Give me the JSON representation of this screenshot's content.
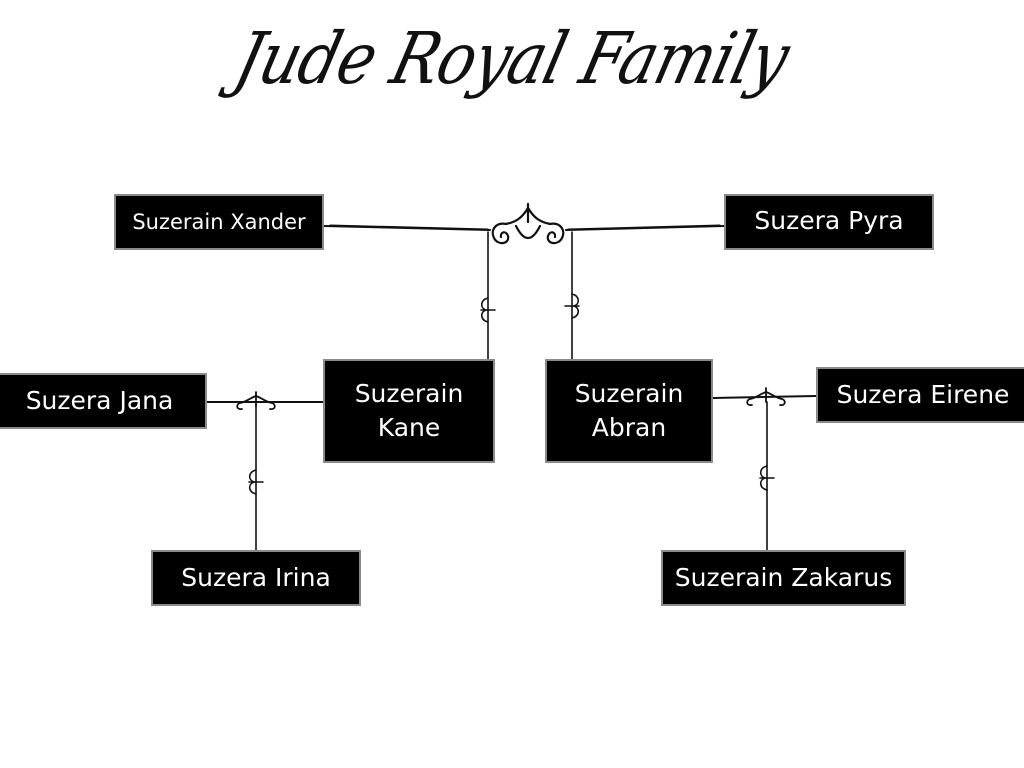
{
  "title": "Jude Royal Family",
  "members": {
    "xander": "Suzerain Xander",
    "pyra": "Suzera Pyra",
    "kane": "Suzerain\nKane",
    "abran": "Suzerain\nAbran",
    "jana": "Suzera Jana",
    "eirene": "Suzera Eirene",
    "irina": "Suzera Irina",
    "zakarus": "Suzerain Zakarus"
  },
  "colors": {
    "node_fill": "#000000",
    "node_border": "#8a8a8a",
    "node_text": "#ffffff",
    "connector": "#111111"
  }
}
